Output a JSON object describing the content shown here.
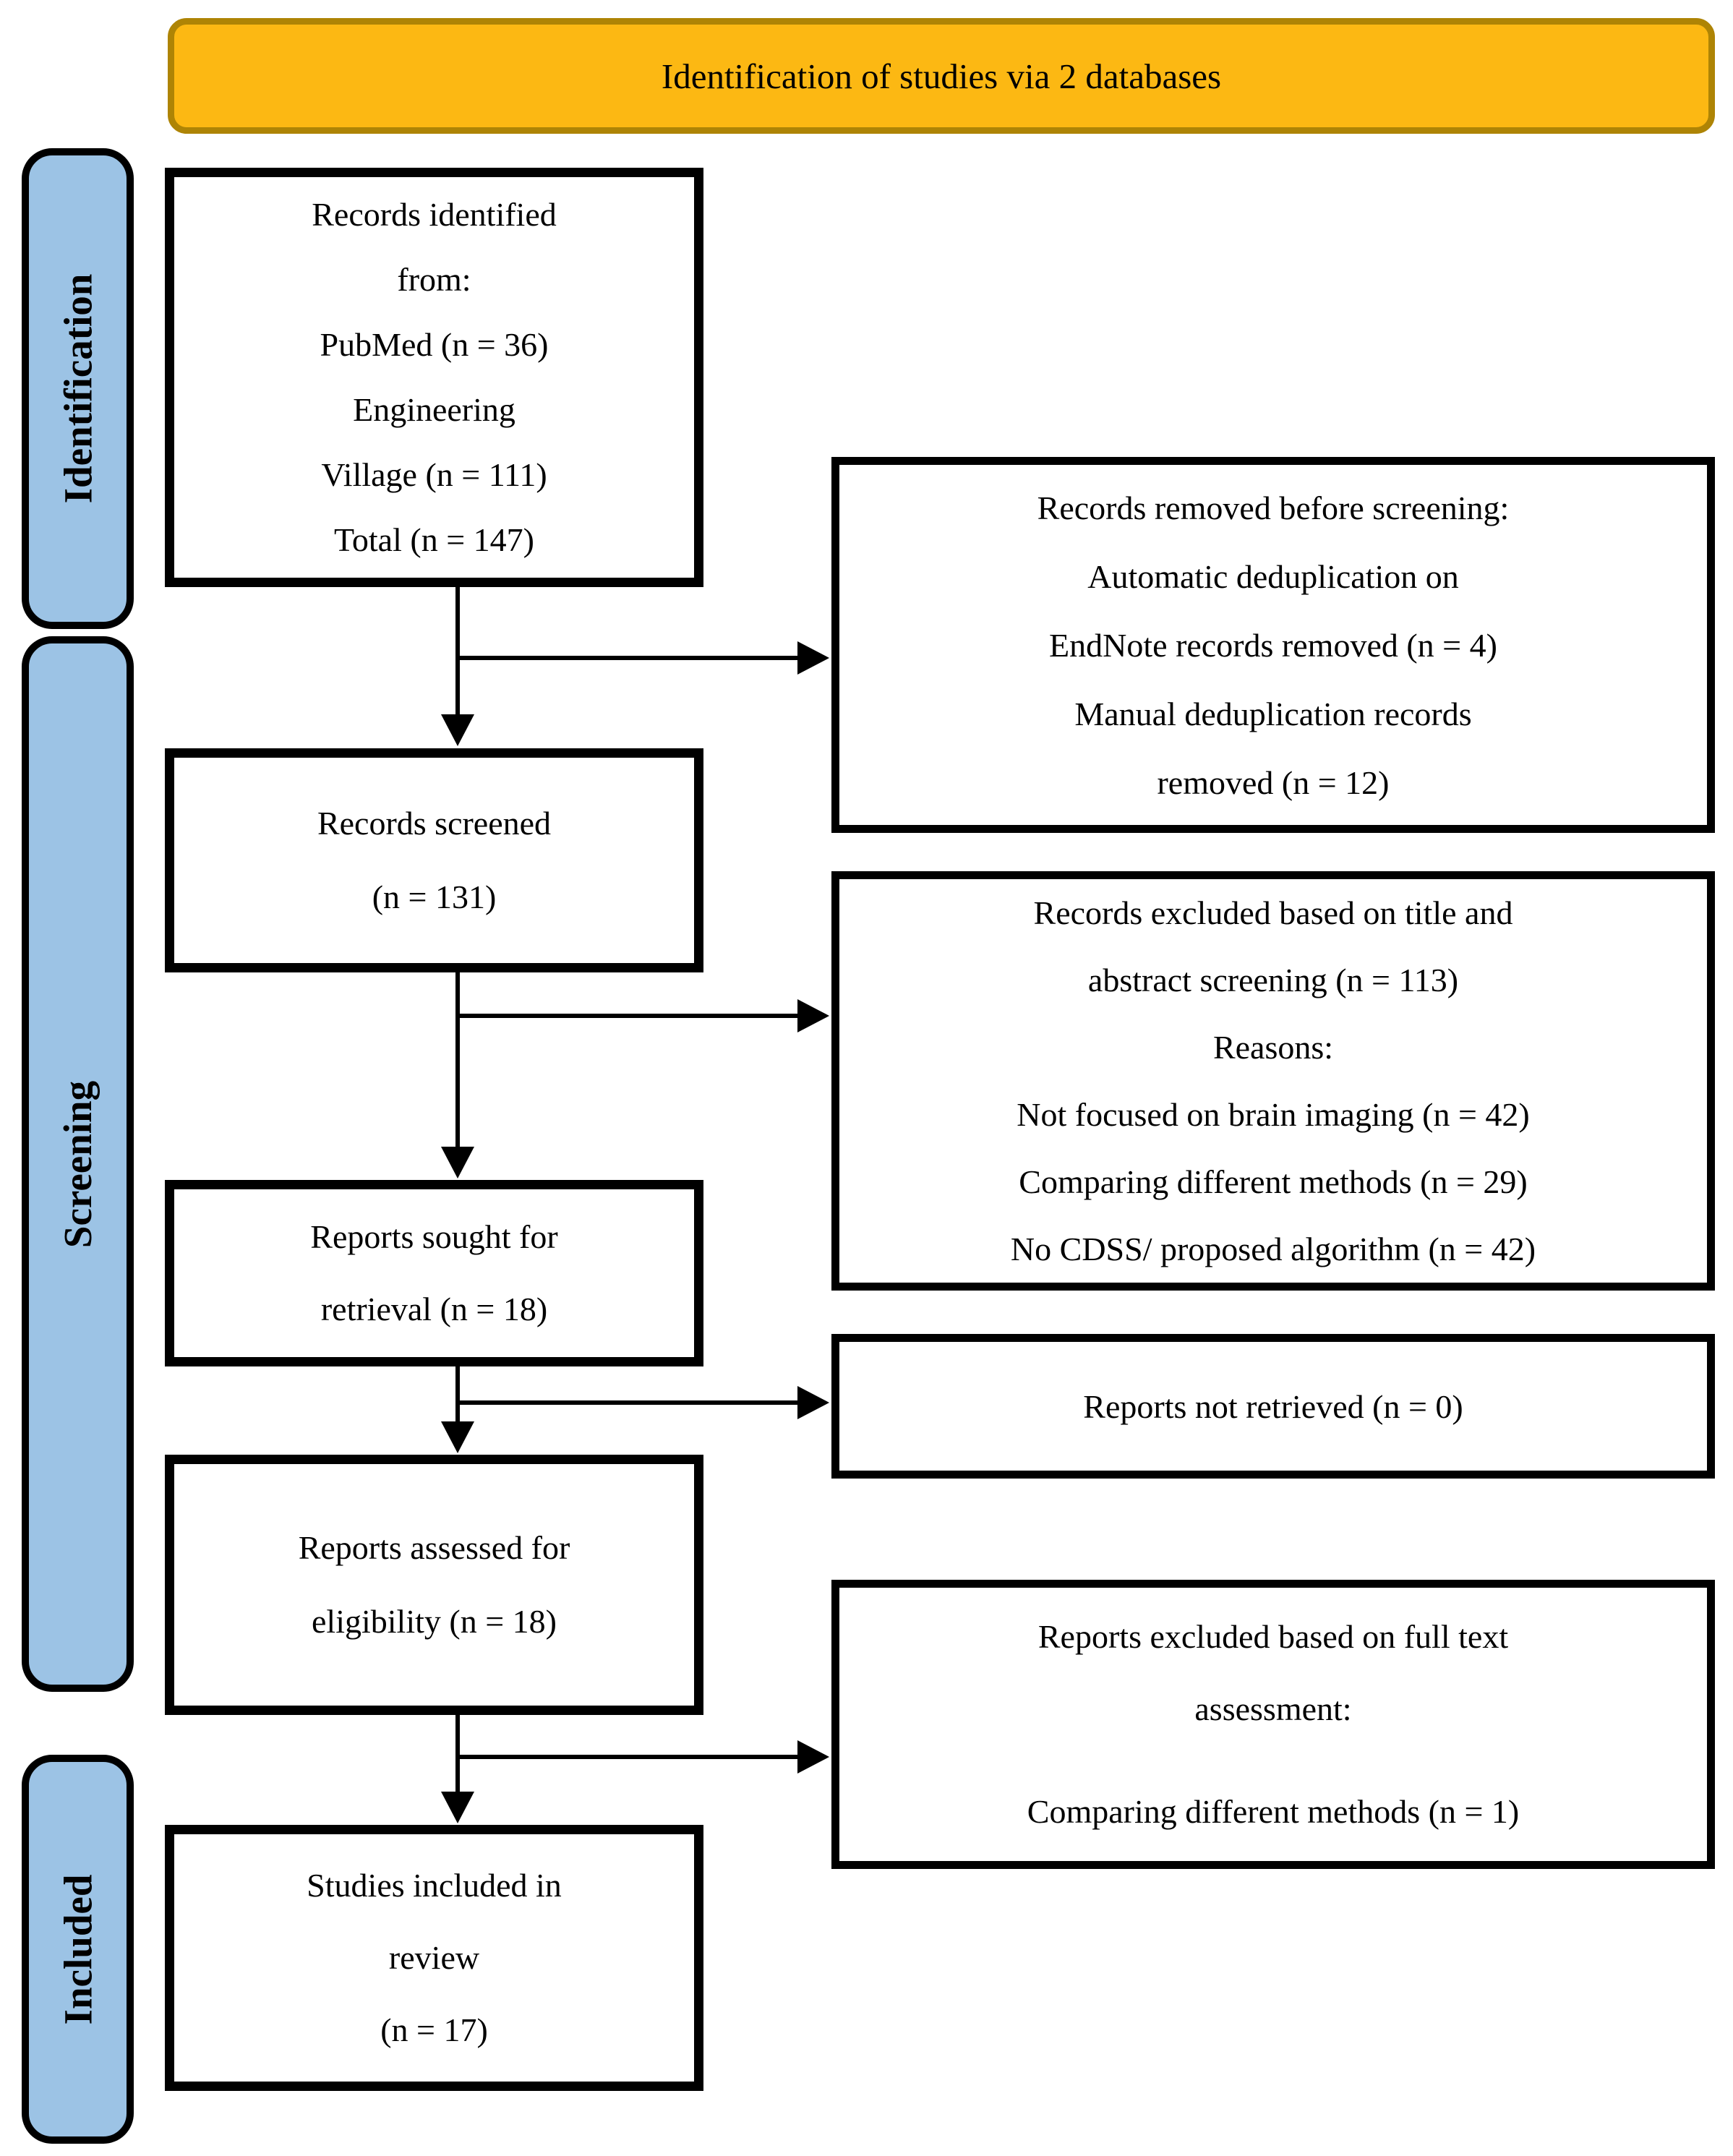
{
  "title_banner": "Identification of studies via 2 databases",
  "stages": [
    {
      "label": "Identification"
    },
    {
      "label": "Screening"
    },
    {
      "label": "Included"
    }
  ],
  "main_flow": [
    {
      "id": "records-identified",
      "lines": [
        "Records identified",
        "from:",
        "PubMed (n = 36)",
        "Engineering",
        "Village (n = 111)",
        "Total (n = 147)"
      ]
    },
    {
      "id": "records-screened",
      "lines": [
        "Records screened",
        "(n = 131)"
      ]
    },
    {
      "id": "reports-sought",
      "lines": [
        "Reports sought for",
        "retrieval (n = 18)"
      ]
    },
    {
      "id": "reports-assessed",
      "lines": [
        "Reports assessed for",
        "eligibility (n = 18)"
      ]
    },
    {
      "id": "studies-included",
      "lines": [
        "Studies included in",
        "review",
        "(n = 17)"
      ]
    }
  ],
  "side_flow": [
    {
      "id": "records-removed-before-screening",
      "lines": [
        "Records removed before screening:",
        "Automatic deduplication on",
        "EndNote records removed (n = 4)",
        "Manual deduplication records",
        "removed (n = 12)"
      ]
    },
    {
      "id": "records-excluded-title-abstract",
      "lines": [
        "Records excluded based on title and",
        "abstract screening (n = 113)",
        "Reasons:",
        "Not focused on brain imaging (n = 42)",
        "Comparing different methods (n = 29)",
        "No CDSS/ proposed algorithm (n = 42)"
      ]
    },
    {
      "id": "reports-not-retrieved",
      "lines": [
        "Reports not retrieved (n = 0)"
      ]
    },
    {
      "id": "reports-excluded-fulltext",
      "lines": [
        "Reports excluded based on full text",
        "assessment:",
        "Comparing different methods (n = 1)"
      ]
    }
  ],
  "colors": {
    "banner_fill": "#FCB813",
    "banner_border": "#AE8405",
    "stage_fill": "#9CC3E5",
    "box_border": "#000000",
    "arrow": "#000000"
  }
}
